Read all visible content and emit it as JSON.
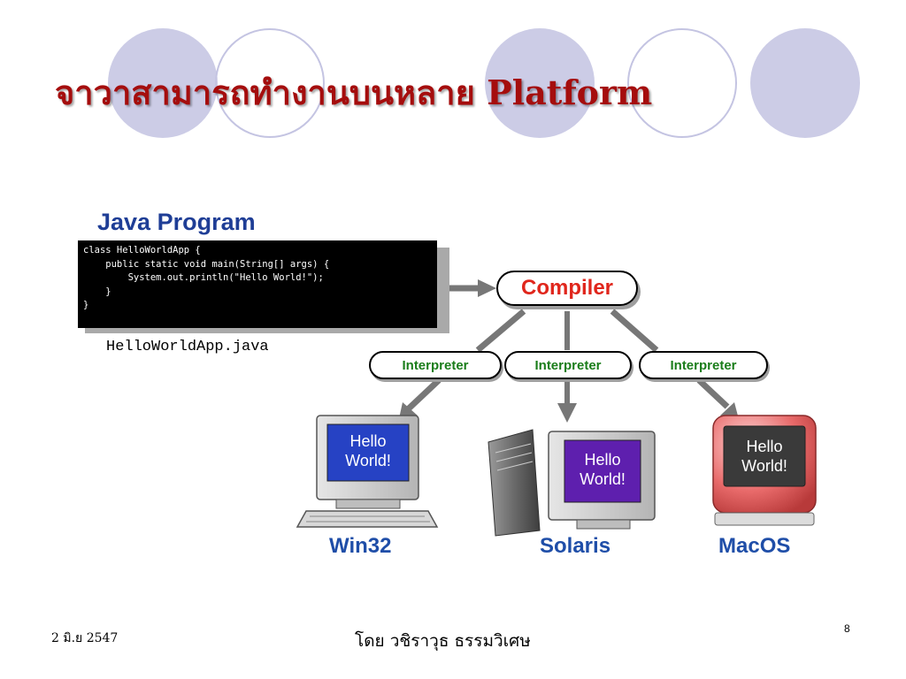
{
  "slide": {
    "title": "จาวาสามารถทำงานบนหลาย Platform"
  },
  "diagram": {
    "program_title": "Java Program",
    "code_lines": [
      "class HelloWorldApp {",
      "    public static void main(String[] args) {",
      "        System.out.println(\"Hello World!\");",
      "    }",
      "}"
    ],
    "file_name": "HelloWorldApp.java",
    "compiler_label": "Compiler",
    "interpreter_labels": [
      "Interpreter",
      "Interpreter",
      "Interpreter"
    ],
    "screen_text": [
      "Hello",
      "World!"
    ],
    "platforms": [
      "Win32",
      "Solaris",
      "MacOS"
    ],
    "colors": {
      "title": "#a50d0d",
      "program_title": "#1f3e96",
      "compiler_text": "#e0261c",
      "interpreter_text": "#1a7d1a",
      "platform_text": "#1f4ea8",
      "win_screen": "#2642c4",
      "solaris_screen": "#5e1fae",
      "mac_screen": "#3a3a3a",
      "decor_circle": "#cccce6"
    }
  },
  "footer": {
    "date": "2 มิ.ย 2547",
    "author": "โดย วชิราวุธ ธรรมวิเศษ",
    "page_number": "8"
  }
}
